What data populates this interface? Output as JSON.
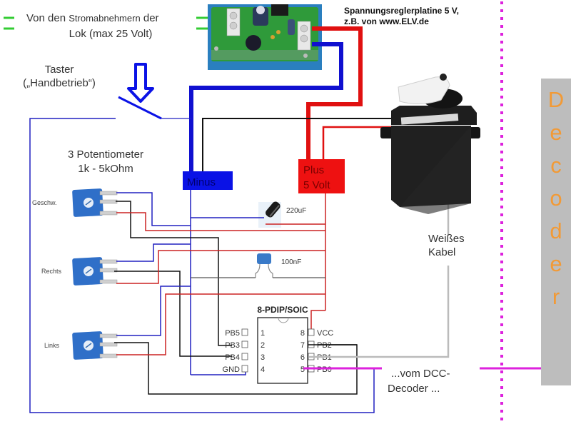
{
  "title": "Servo-Ansteuerung mit ATtiny (8-PDIP/SOIC) – Schaltplan",
  "labels": {
    "input_source_line1": "Von den",
    "input_source_line1_small": "Stromabnehmern",
    "input_source_line1_end": "der",
    "input_source_line2": "Lok (max 25 Volt)",
    "regulator_line1": "Spannungsreglerplatine 5 V,",
    "regulator_line2": "z.B. von www.ELV.de",
    "button_line1": "Taster",
    "button_line2": "(„Handbetrieb“)",
    "pots_line1": "3 Potentiometer",
    "pots_line2": "1k - 5kOhm",
    "minus": "Minus",
    "plus_line1": "Plus",
    "plus_line2": "5 Volt",
    "cap_electrolytic": "220uF",
    "cap_ceramic": "100nF",
    "chip_name": "8-PDIP/SOIC",
    "white_cable_line1": "Weißes",
    "white_cable_line2": "Kabel",
    "dcc_line1": "...vom DCC-",
    "dcc_line2": "Decoder ...",
    "decoder_letters": [
      "D",
      "e",
      "c",
      "o",
      "d",
      "e",
      "r"
    ]
  },
  "potentiometers": [
    {
      "label": "Geschw."
    },
    {
      "label": "Rechts"
    },
    {
      "label": "Links"
    }
  ],
  "chip_pins": {
    "left": [
      {
        "num": "1",
        "name": "PB5"
      },
      {
        "num": "2",
        "name": "PB3"
      },
      {
        "num": "3",
        "name": "PB4"
      },
      {
        "num": "4",
        "name": "GND"
      }
    ],
    "right": [
      {
        "num": "8",
        "name": "VCC"
      },
      {
        "num": "7",
        "name": "PB2"
      },
      {
        "num": "6",
        "name": "PB1"
      },
      {
        "num": "5",
        "name": "PB0"
      }
    ]
  },
  "colors": {
    "wire_blue": "#1010d0",
    "wire_red": "#e01010",
    "wire_black": "#111111",
    "wire_grey": "#bbbbbb",
    "signal_magenta": "#dd22dd",
    "green_input": "#33cc33",
    "minus_box": "#0a12e6",
    "plus_box": "#ee1111",
    "decoder_panel": "#bdbdbd",
    "decoder_text": "#f29a36"
  }
}
